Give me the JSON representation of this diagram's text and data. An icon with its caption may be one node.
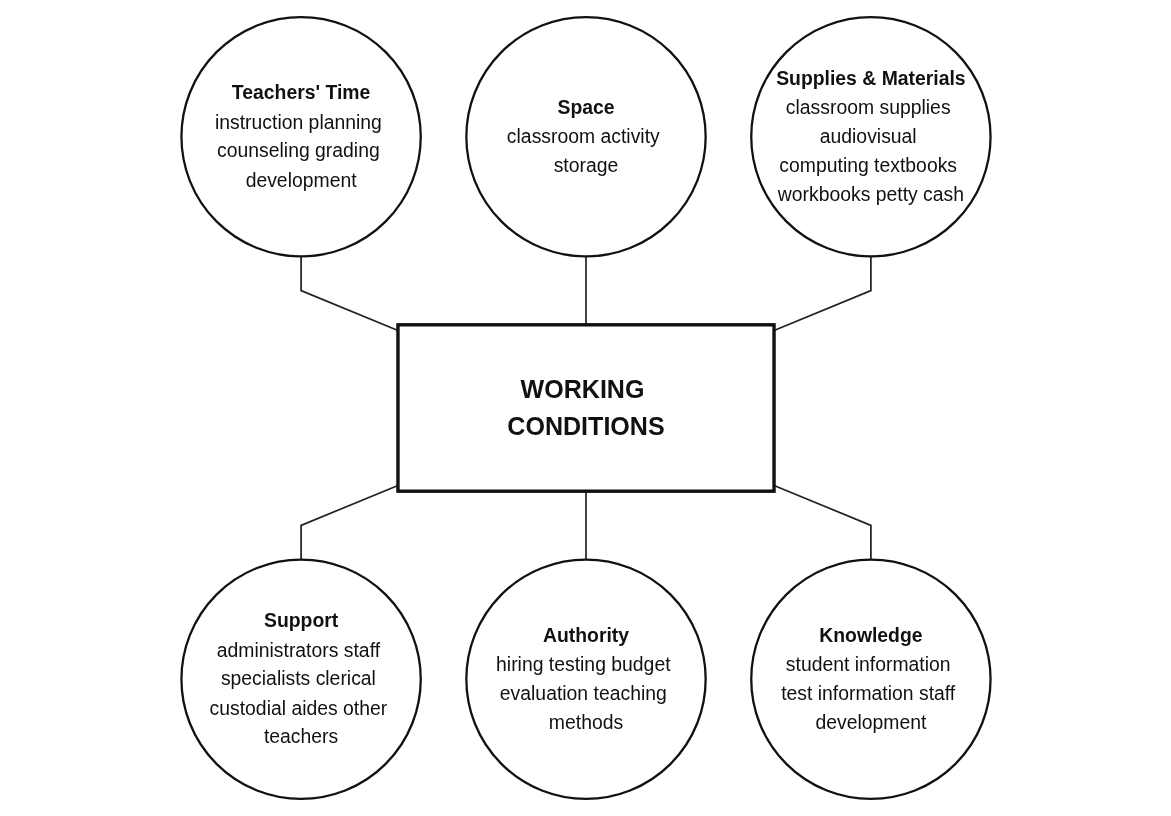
{
  "diagram": {
    "nodes": [
      {
        "text": [
          "Teachers' Time",
          "instruction planning counseling grading development"
        ]
      },
      {
        "text": [
          "Space",
          "classroom activity storage"
        ]
      },
      {
        "text": [
          "Supplies & Materials",
          "classroom supplies audiovisual computing textbooks workbooks petty cash"
        ]
      },
      {
        "text": [
          "WORKING CONDITIONS"
        ]
      },
      {
        "text": [
          "Support",
          "administrators staff specialists clerical custodial aides other teachers"
        ]
      },
      {
        "text": [
          "Authority",
          "hiring testing budget evaluation teaching methods"
        ]
      },
      {
        "text": [
          "Knowledge",
          "student information test information staff development"
        ]
      }
    ],
    "edges": [
      {
        "from": 0,
        "to": 3,
        "arrow": "none"
      },
      {
        "from": 1,
        "to": 3,
        "arrow": "none"
      },
      {
        "from": 2,
        "to": 3,
        "arrow": "none"
      },
      {
        "from": 3,
        "to": 4,
        "arrow": "none"
      },
      {
        "from": 3,
        "to": 5,
        "arrow": "none"
      },
      {
        "from": 3,
        "to": 6,
        "arrow": "none"
      }
    ]
  }
}
